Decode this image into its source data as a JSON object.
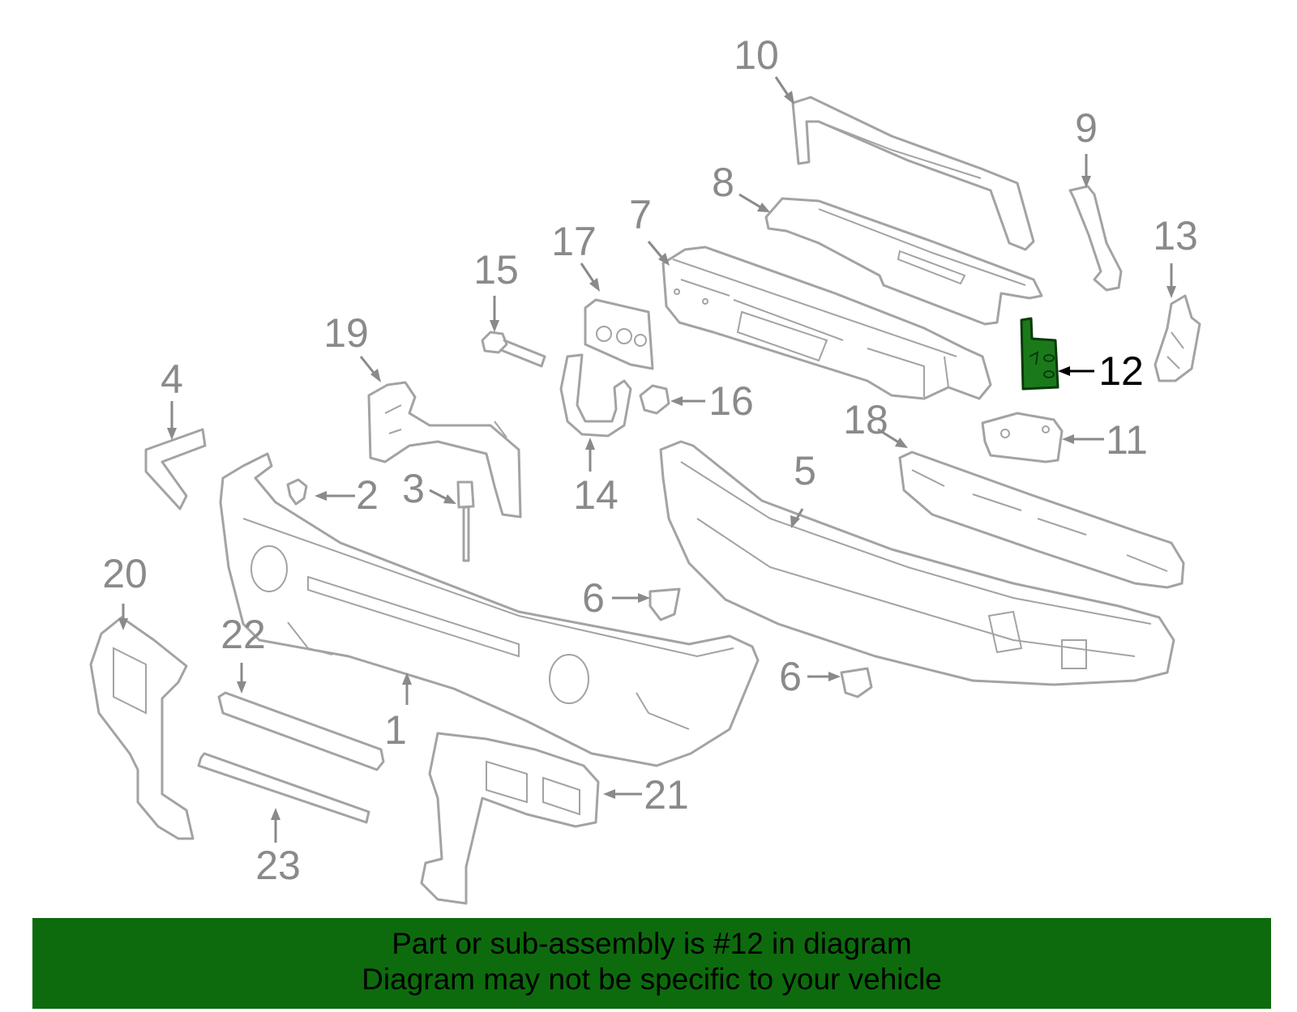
{
  "callouts": [
    {
      "id": "1",
      "label": "1"
    },
    {
      "id": "2",
      "label": "2"
    },
    {
      "id": "3",
      "label": "3"
    },
    {
      "id": "4",
      "label": "4"
    },
    {
      "id": "5",
      "label": "5"
    },
    {
      "id": "6a",
      "label": "6"
    },
    {
      "id": "6b",
      "label": "6"
    },
    {
      "id": "7",
      "label": "7"
    },
    {
      "id": "8",
      "label": "8"
    },
    {
      "id": "9",
      "label": "9"
    },
    {
      "id": "10",
      "label": "10"
    },
    {
      "id": "11",
      "label": "11"
    },
    {
      "id": "12",
      "label": "12"
    },
    {
      "id": "13",
      "label": "13"
    },
    {
      "id": "14",
      "label": "14"
    },
    {
      "id": "15",
      "label": "15"
    },
    {
      "id": "16",
      "label": "16"
    },
    {
      "id": "17",
      "label": "17"
    },
    {
      "id": "18",
      "label": "18"
    },
    {
      "id": "19",
      "label": "19"
    },
    {
      "id": "20",
      "label": "20"
    },
    {
      "id": "21",
      "label": "21"
    },
    {
      "id": "22",
      "label": "22"
    },
    {
      "id": "23",
      "label": "23"
    }
  ],
  "highlighted_part": "12",
  "colors": {
    "highlight_part": "#1a7a1a",
    "banner_background": "#0d6b0d",
    "line_art": "#a3a3a3",
    "callout_text": "#8a8a8a"
  },
  "banner": {
    "line1": "Part or sub-assembly is #12 in diagram",
    "line2": "Diagram may not be specific to your vehicle"
  }
}
